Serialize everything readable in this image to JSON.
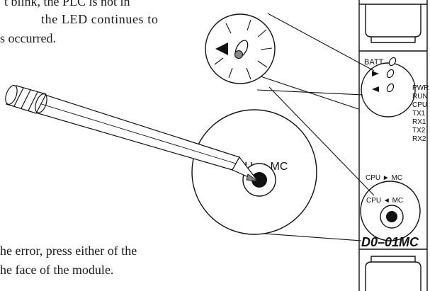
{
  "text_top": {
    "line1": "t blink, the PLC is not in",
    "line2": "the LED continues to",
    "line3": "s occurred."
  },
  "text_bottom": {
    "line1": "he error, press either of the",
    "line2": "he face of the module."
  },
  "module": {
    "model_label": "D0–01MC",
    "batt_label": "BATT",
    "led_labels": [
      "PWR",
      "RUN",
      "CPU",
      "TX1",
      "RX1",
      "TX2",
      "RX2"
    ],
    "button_upper_label": "CPU ► MC",
    "button_lower_label": "CPU ◄ MC"
  },
  "zoom": {
    "button_label": "CPU ◄ MC"
  },
  "colors": {
    "line": "#111111",
    "led_fill": "#888888",
    "button_fill": "#111111"
  }
}
